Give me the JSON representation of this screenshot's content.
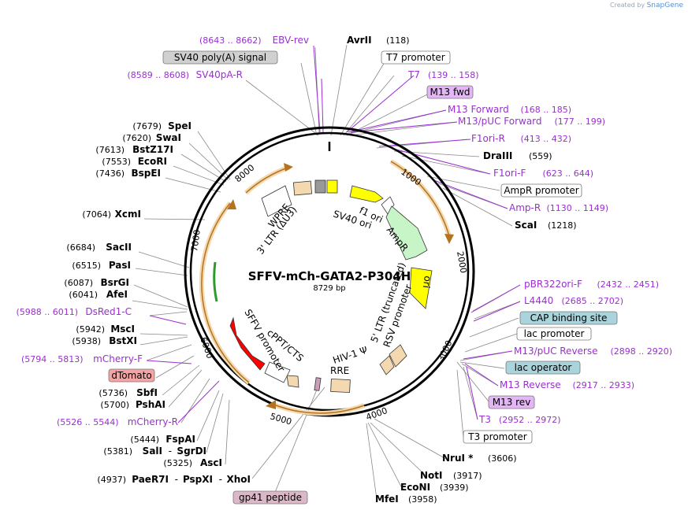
{
  "title": "SFFV-mCh-GATA2-P304H",
  "length": "8729 bp",
  "credit": {
    "prefix": "Created by",
    "brand": "SnapGene"
  },
  "ticks": [
    "1000",
    "2000",
    "3000",
    "4000",
    "5000",
    "6000",
    "7000",
    "8000"
  ],
  "labels": [
    {
      "id": "ebv-rev",
      "type": "feature",
      "name": "EBV-rev",
      "range": "(8643 .. 8662)"
    },
    {
      "id": "sv40-polya-box",
      "type": "box",
      "name": "SV40 poly(A) signal",
      "color": "#d0d0d0"
    },
    {
      "id": "sv40pa-r",
      "type": "feature",
      "name": "SV40pA-R",
      "range": "(8589 .. 8608)"
    },
    {
      "id": "spei",
      "type": "site",
      "name": "SpeI",
      "pos": "(7679)"
    },
    {
      "id": "swai",
      "type": "site",
      "name": "SwaI",
      "pos": "(7620)"
    },
    {
      "id": "bstz17i",
      "type": "site",
      "name": "BstZ17I",
      "pos": "(7613)"
    },
    {
      "id": "ecori",
      "type": "site",
      "name": "EcoRI",
      "pos": "(7553)"
    },
    {
      "id": "bspei",
      "type": "site",
      "name": "BspEI",
      "pos": "(7436)"
    },
    {
      "id": "xcmi",
      "type": "site",
      "name": "XcmI",
      "pos": "(7064)"
    },
    {
      "id": "sacii",
      "type": "site",
      "name": "SacII",
      "pos": "(6684)"
    },
    {
      "id": "pasi",
      "type": "site",
      "name": "PasI",
      "pos": "(6515)"
    },
    {
      "id": "bsrgi",
      "type": "site",
      "name": "BsrGI",
      "pos": "(6087)"
    },
    {
      "id": "afei",
      "type": "site",
      "name": "AfeI",
      "pos": "(6041)"
    },
    {
      "id": "dsred1-c",
      "type": "feature",
      "name": "DsRed1-C",
      "range": "(5988 .. 6011)"
    },
    {
      "id": "msci",
      "type": "site",
      "name": "MscI",
      "pos": "(5942)"
    },
    {
      "id": "bstxi",
      "type": "site",
      "name": "BstXI",
      "pos": "(5938)"
    },
    {
      "id": "mcherry-f",
      "type": "feature",
      "name": "mCherry-F",
      "range": "(5794 .. 5813)"
    },
    {
      "id": "dtomato-box",
      "type": "box",
      "name": "dTomato",
      "color": "#f5a3a3"
    },
    {
      "id": "sbfi",
      "type": "site",
      "name": "SbfI",
      "pos": "(5736)"
    },
    {
      "id": "pshai",
      "type": "site",
      "name": "PshAI",
      "pos": "(5700)"
    },
    {
      "id": "mcherry-r",
      "type": "feature",
      "name": "mCherry-R",
      "range": "(5526 .. 5544)"
    },
    {
      "id": "fspai",
      "type": "site",
      "name": "FspAI",
      "pos": "(5444)"
    },
    {
      "id": "sali-sgrdi",
      "type": "site2",
      "name": "SalI",
      "name2": "SgrDI",
      "pos": "(5381)"
    },
    {
      "id": "asci",
      "type": "site",
      "name": "AscI",
      "pos": "(5325)"
    },
    {
      "id": "paer7i",
      "type": "site3",
      "name": "PaeR7I",
      "name2": "PspXI",
      "name3": "XhoI",
      "pos": "(4937)"
    },
    {
      "id": "gp41-box",
      "type": "box",
      "name": "gp41 peptide",
      "color": "#dbb8c7"
    },
    {
      "id": "avrii",
      "type": "site",
      "name": "AvrII",
      "pos": "(118)"
    },
    {
      "id": "t7-promoter-box",
      "type": "box",
      "name": "T7 promoter",
      "color": "#ffffff"
    },
    {
      "id": "t7",
      "type": "feature",
      "name": "T7",
      "range": "(139 .. 158)"
    },
    {
      "id": "m13-fwd-box",
      "type": "box",
      "name": "M13 fwd",
      "color": "#e4b6f7"
    },
    {
      "id": "m13-forward",
      "type": "feature",
      "name": "M13 Forward",
      "range": "(168 .. 185)"
    },
    {
      "id": "m13-puc-forward",
      "type": "feature",
      "name": "M13/pUC Forward",
      "range": "(177 .. 199)"
    },
    {
      "id": "f1ori-r",
      "type": "feature",
      "name": "F1ori-R",
      "range": "(413 .. 432)"
    },
    {
      "id": "draiii",
      "type": "site",
      "name": "DraIII",
      "pos": "(559)"
    },
    {
      "id": "f1ori-f",
      "type": "feature",
      "name": "F1ori-F",
      "range": "(623 .. 644)"
    },
    {
      "id": "ampr-promoter-box",
      "type": "box",
      "name": "AmpR promoter",
      "color": "#ffffff"
    },
    {
      "id": "amp-r",
      "type": "feature",
      "name": "Amp-R",
      "range": "(1130 .. 1149)"
    },
    {
      "id": "scai",
      "type": "site",
      "name": "ScaI",
      "pos": "(1218)"
    },
    {
      "id": "pbr322ori-f",
      "type": "feature",
      "name": "pBR322ori-F",
      "range": "(2432 .. 2451)"
    },
    {
      "id": "l4440",
      "type": "feature",
      "name": "L4440",
      "range": "(2685 .. 2702)"
    },
    {
      "id": "cap-binding-box",
      "type": "box",
      "name": "CAP binding site",
      "color": "#a9d4dc"
    },
    {
      "id": "lac-promoter-box",
      "type": "box",
      "name": "lac promoter",
      "color": "#ffffff"
    },
    {
      "id": "m13-puc-reverse",
      "type": "feature",
      "name": "M13/pUC Reverse",
      "range": "(2898 .. 2920)"
    },
    {
      "id": "lac-operator-box",
      "type": "box",
      "name": "lac operator",
      "color": "#a9d4dc"
    },
    {
      "id": "m13-reverse",
      "type": "feature",
      "name": "M13 Reverse",
      "range": "(2917 .. 2933)"
    },
    {
      "id": "m13-rev-box",
      "type": "box",
      "name": "M13 rev",
      "color": "#e4b6f7"
    },
    {
      "id": "t3",
      "type": "feature",
      "name": "T3",
      "range": "(2952 .. 2972)"
    },
    {
      "id": "t3-promoter-box",
      "type": "box",
      "name": "T3 promoter",
      "color": "#ffffff"
    },
    {
      "id": "nrui",
      "type": "site",
      "name": "NruI *",
      "pos": "(3606)"
    },
    {
      "id": "noti",
      "type": "site",
      "name": "NotI",
      "pos": "(3917)"
    },
    {
      "id": "econi",
      "type": "site",
      "name": "EcoNI",
      "pos": "(3939)"
    },
    {
      "id": "mfei",
      "type": "site",
      "name": "MfeI",
      "pos": "(3958)"
    }
  ],
  "inner_labels": [
    "f1 ori",
    "SV40 ori",
    "AmpR",
    "ori",
    "5' LTR (truncated)",
    "RSV promoter",
    "HIV-1 Ψ",
    "RRE",
    "cPPT/CTS",
    "SFFV promoter",
    "WPRE",
    "3' LTR (ΔU3)"
  ],
  "colors": {
    "feature_text": "#9a2fd0",
    "site_text": "#111111",
    "orf_orange": "#f4d9b0",
    "orf_dark": "#b5731e",
    "backbone": "#000000",
    "sffv_red": "#ff0000",
    "ampr_green": "#c8f5c8",
    "yellow": "#ffff00"
  }
}
